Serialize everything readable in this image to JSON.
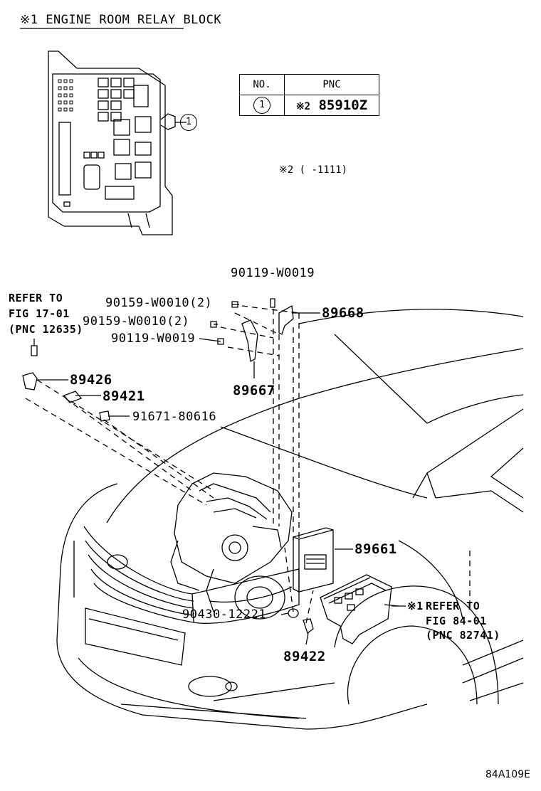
{
  "header": {
    "title": "※1  ENGINE ROOM RELAY BLOCK"
  },
  "callout": {
    "number": "1"
  },
  "pnc_table": {
    "col_no": "NO.",
    "col_pnc": "PNC",
    "row_no": "1",
    "row_mark": "※2",
    "row_pnc": "85910Z"
  },
  "note2": "※2 (  -1111)",
  "refer1": {
    "line1": "REFER TO",
    "line2": "FIG 17-01",
    "line3": "(PNC 12635)"
  },
  "refer2": {
    "mark": "※1",
    "line1": "REFER TO",
    "line2": "FIG 84-01",
    "line3": "(PNC 82741)"
  },
  "parts": {
    "p90119_top": "90119-W0019",
    "p90159_a": "90159-W0010(2)",
    "p90159_b": "90159-W0010(2)",
    "p90119_mid": "90119-W0019",
    "p89668": "89668",
    "p89667": "89667",
    "p89426": "89426",
    "p89421": "89421",
    "p91671": "91671-80616",
    "p89661": "89661",
    "p90430": "90430-12221",
    "p89422": "89422"
  },
  "figure_code": "84A109E"
}
